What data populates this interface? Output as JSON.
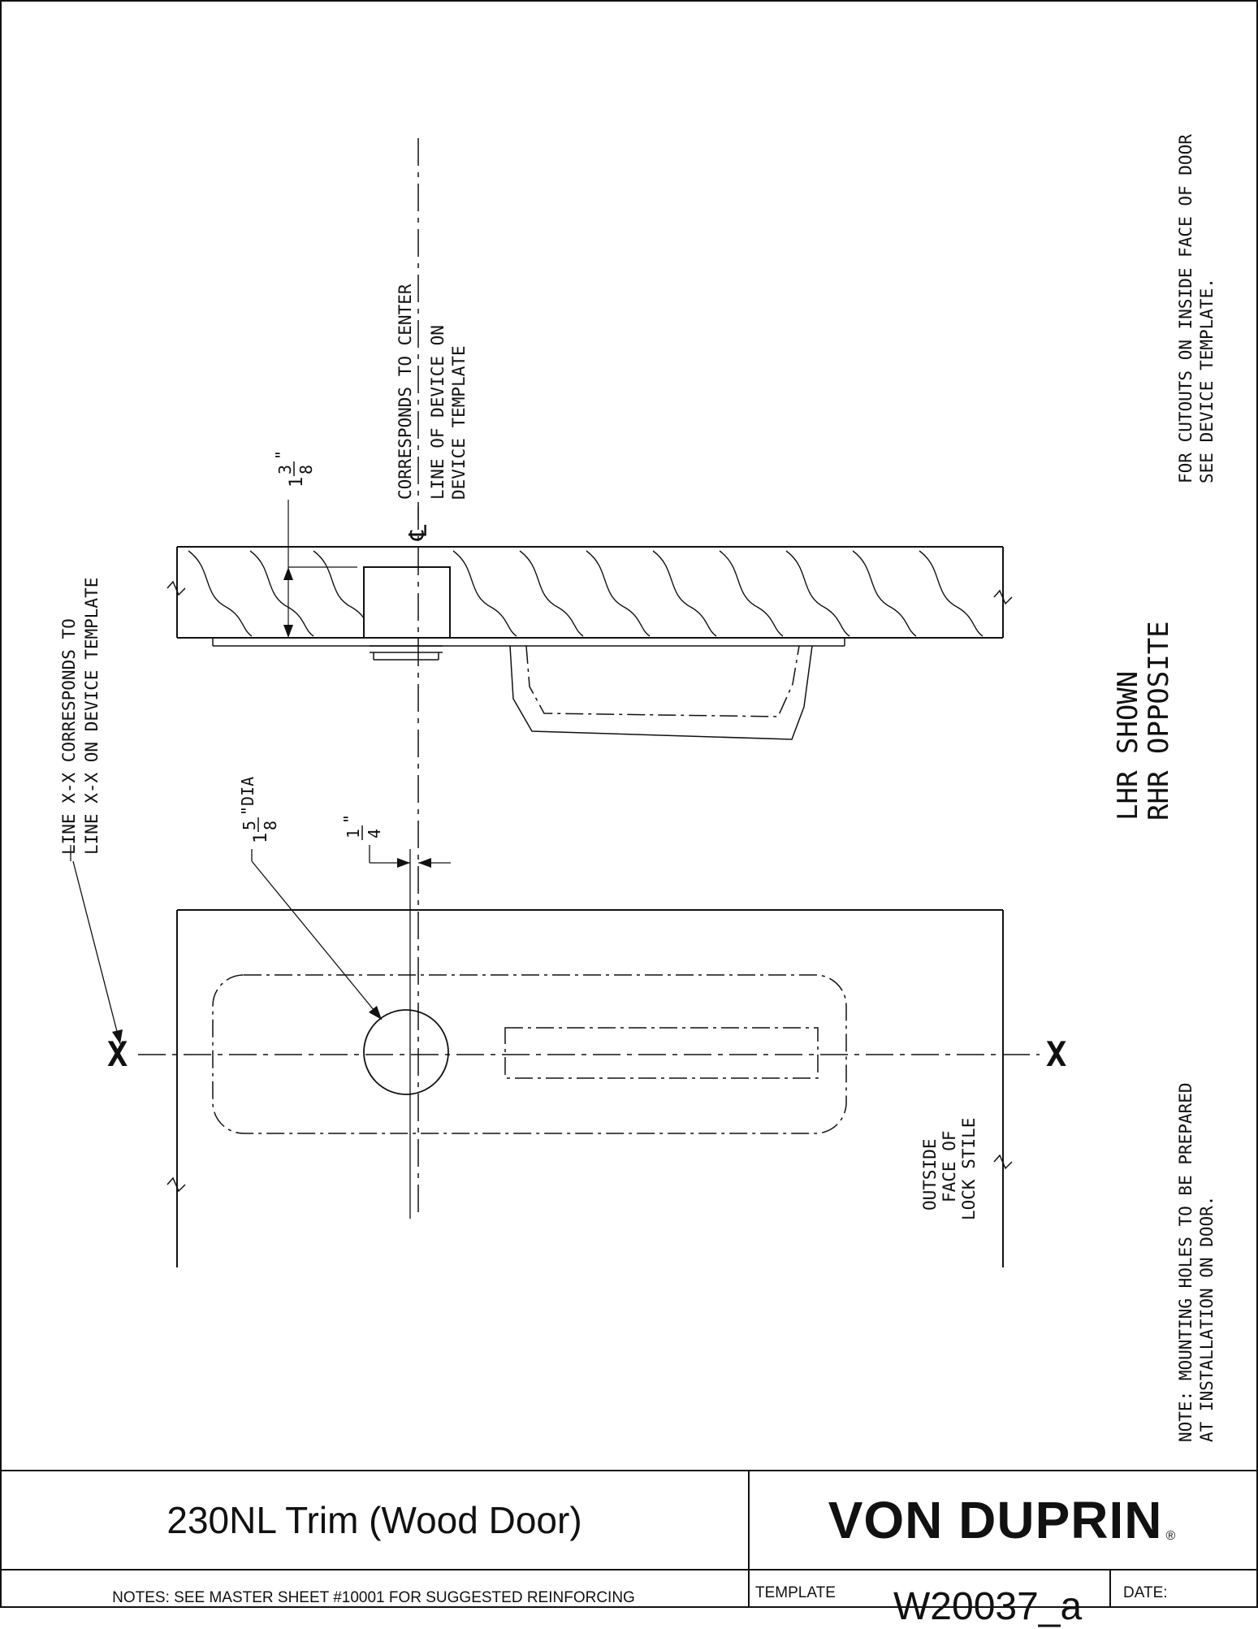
{
  "drawing": {
    "labels": {
      "line_xx_1": "LINE X-X CORRESPONDS TO",
      "line_xx_2": "LINE X-X ON DEVICE TEMPLATE",
      "centerline_1": "CORRESPONDS TO CENTER",
      "centerline_2": "LINE OF DEVICE ON",
      "centerline_3": "DEVICE TEMPLATE",
      "cutouts_1": "FOR CUTOUTS ON INSIDE FACE OF DOOR",
      "cutouts_2": "SEE DEVICE TEMPLATE.",
      "hand_1": "LHR SHOWN",
      "hand_2": "RHR OPPOSITE",
      "mounting_1": "NOTE: MOUNTING HOLES TO BE PREPARED",
      "mounting_2": "AT INSTALLATION ON DOOR.",
      "stile_1": "OUTSIDE",
      "stile_2": "FACE OF",
      "stile_3": "LOCK STILE",
      "marker_x": "X",
      "centerline_symbol": "℄"
    },
    "dimensions": {
      "door_thickness": {
        "whole": "1",
        "num": "3",
        "den": "8",
        "unit": "\""
      },
      "hole_dia": {
        "whole": "1",
        "num": "5",
        "den": "8",
        "unit": "\"DIA"
      },
      "offset": {
        "num": "1",
        "den": "4",
        "unit": "\""
      }
    }
  },
  "title_block": {
    "title": "230NL Trim (Wood Door)",
    "brand": "VON DUPRIN",
    "brand_mark": "®",
    "note": "NOTES: SEE MASTER SHEET #10001 FOR SUGGESTED REINFORCING",
    "template_label": "TEMPLATE",
    "template_number": "W20037_a",
    "date_label": "DATE:"
  }
}
